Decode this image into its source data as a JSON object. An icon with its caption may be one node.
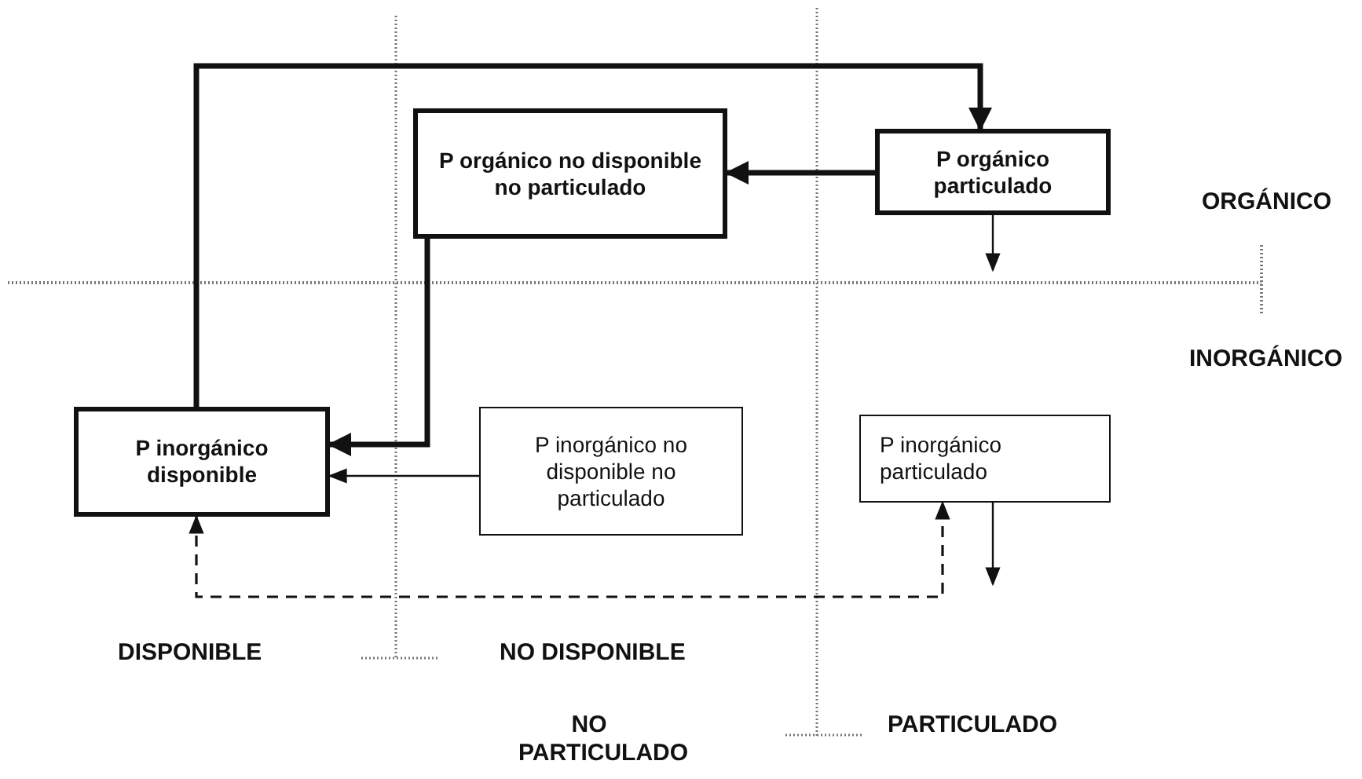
{
  "diagram": {
    "nodes": [
      {
        "text": [
          "P orgánico no disponible no particulado"
        ]
      },
      {
        "text": [
          "P orgánico particulado"
        ]
      },
      {
        "text": [
          "P inorgánico disponible"
        ]
      },
      {
        "text": [
          "P inorgánico no disponible no particulado"
        ]
      },
      {
        "text": [
          "P inorgánico particulado"
        ]
      }
    ],
    "edges": [
      {
        "from": 2,
        "to": 1,
        "arrow": "to",
        "style": "thick"
      },
      {
        "from": 1,
        "to": 0,
        "arrow": "to",
        "style": "thick"
      },
      {
        "from": 0,
        "to": 2,
        "arrow": "to",
        "style": "thick"
      },
      {
        "from": 3,
        "to": 2,
        "arrow": "to"
      },
      {
        "from": 2,
        "to": 4,
        "arrow": "both",
        "style": "dashed"
      },
      {
        "from": 1,
        "to": null,
        "arrow": "to"
      },
      {
        "from": 4,
        "to": null,
        "arrow": "to"
      }
    ],
    "labels": [
      "ORGÁNICO",
      "INORGÁNICO",
      "DISPONIBLE",
      "NO DISPONIBLE",
      "NO PARTICULADO",
      "PARTICULADO"
    ]
  }
}
